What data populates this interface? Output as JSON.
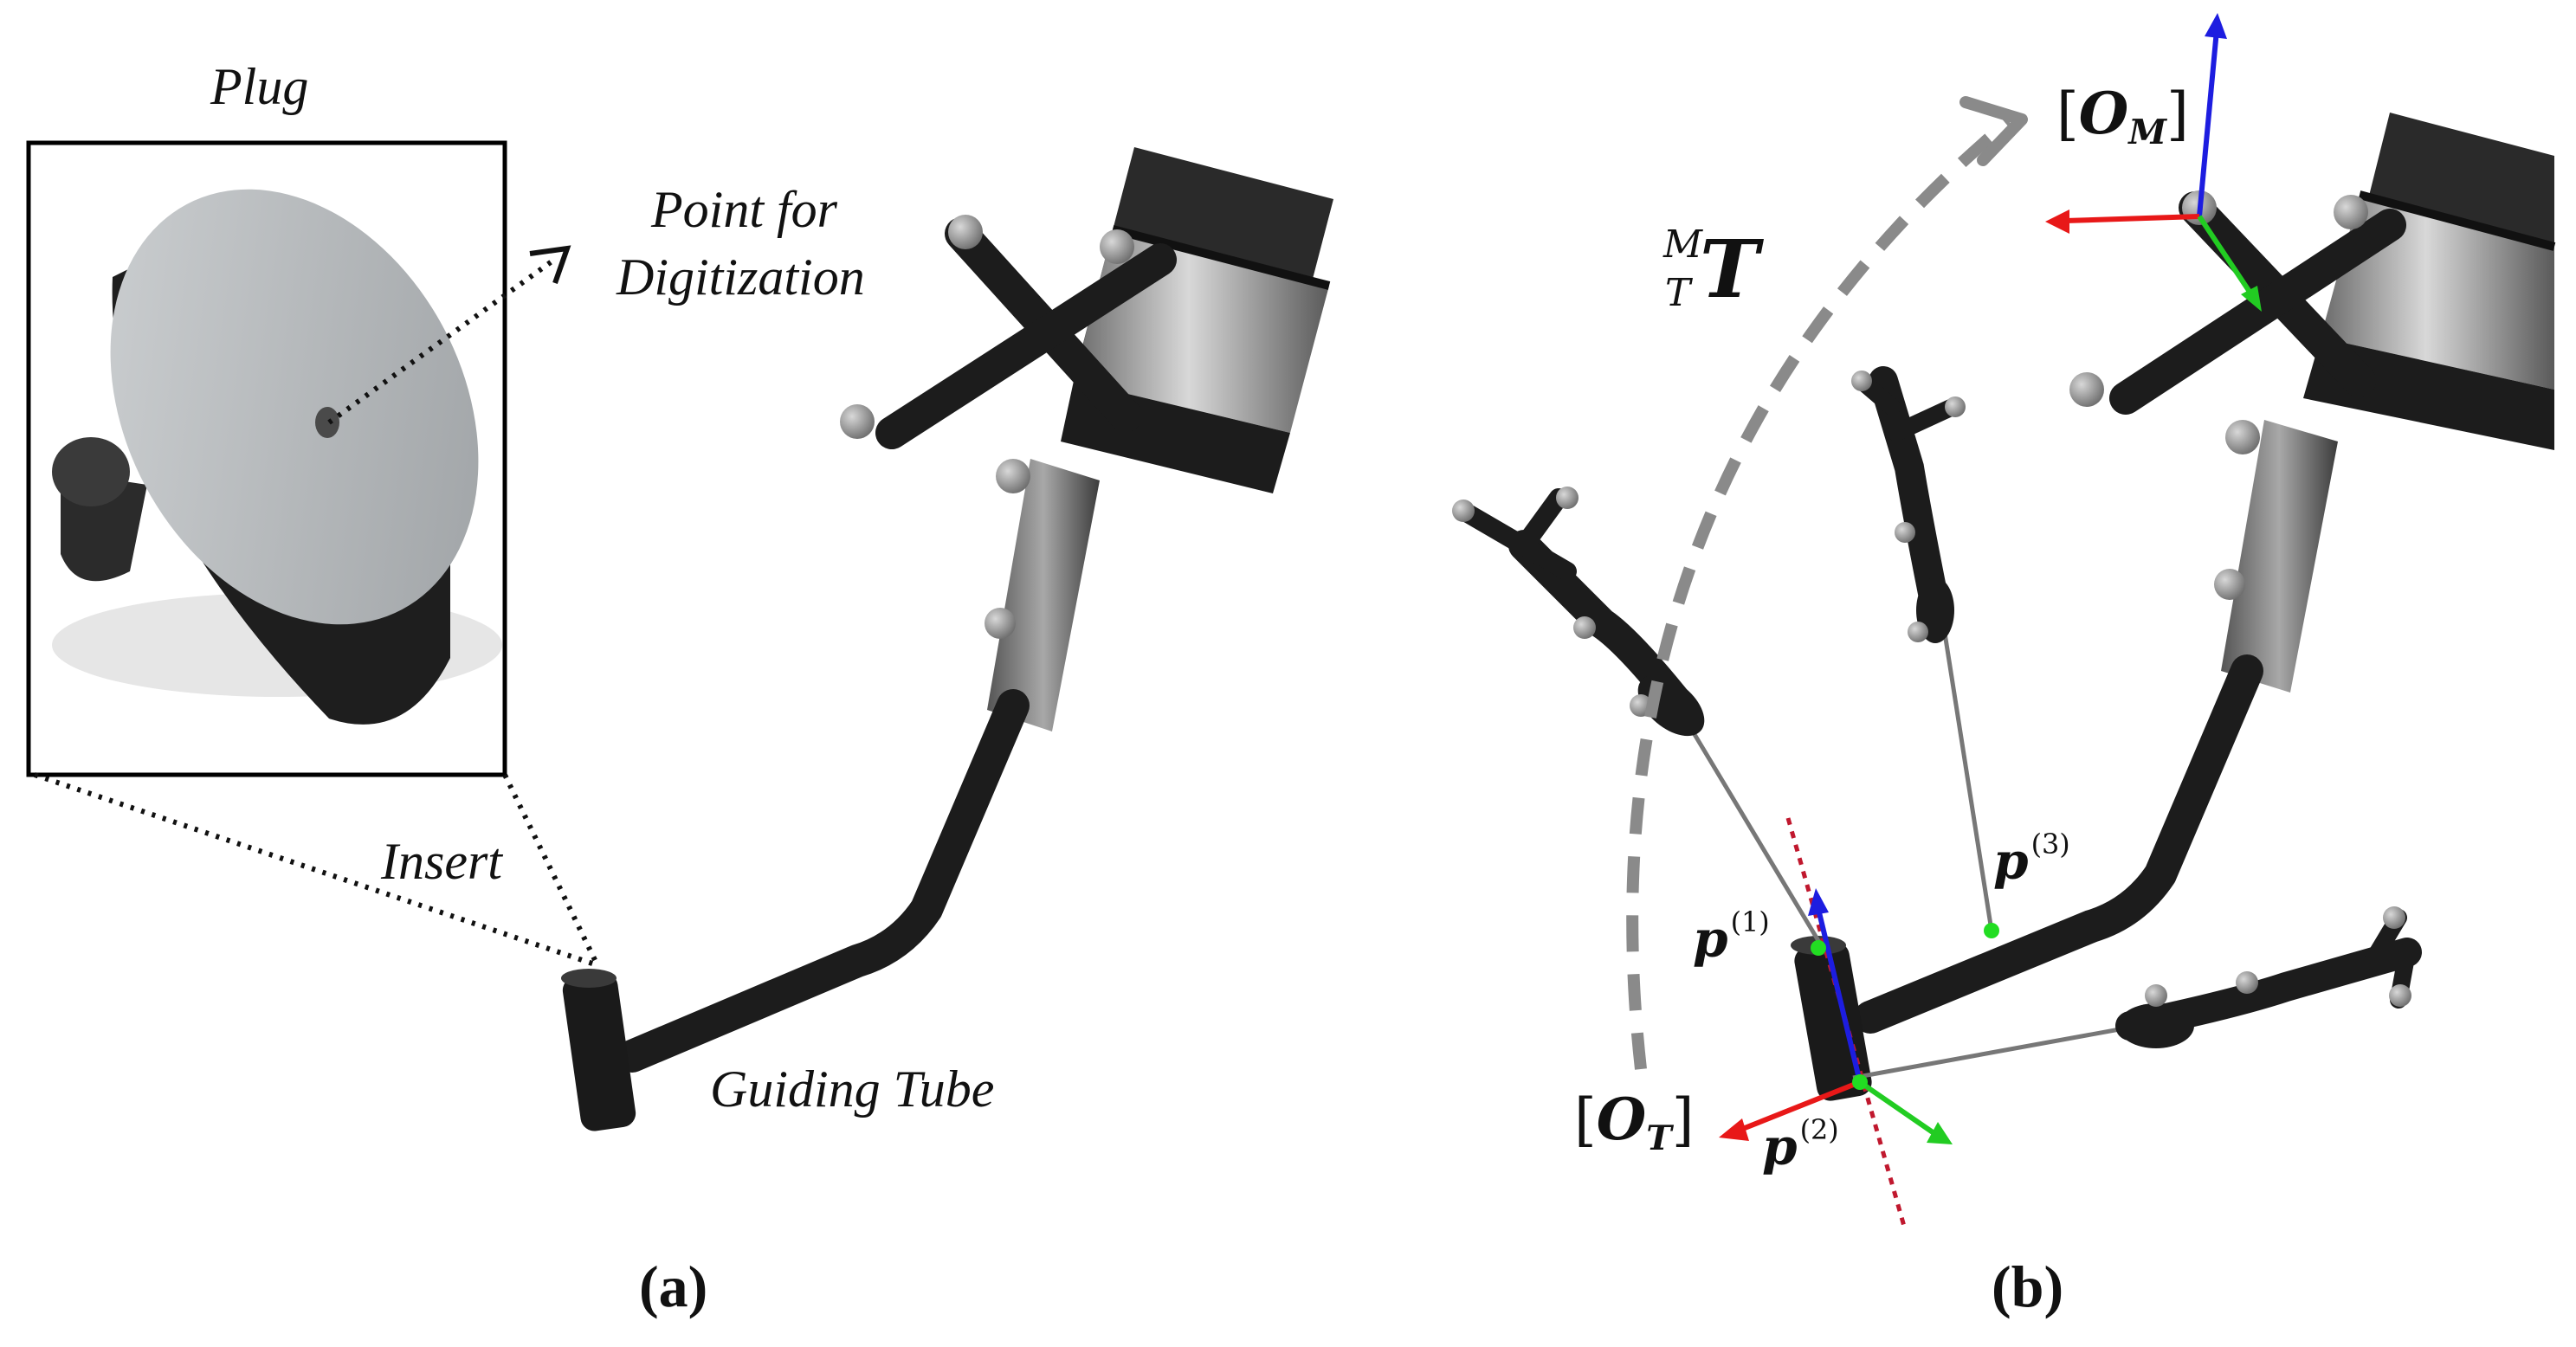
{
  "panel_a": {
    "tag": "(a)",
    "labels": {
      "plug": "Plug",
      "point_line1": "Point for",
      "point_line2": "Digitization",
      "insert": "Insert",
      "guiding_tube": "Guiding Tube"
    }
  },
  "panel_b": {
    "tag": "(b)",
    "transform": {
      "symbol": "T",
      "superscript": "M",
      "subscript": "T"
    },
    "frame_m": {
      "symbol": "O",
      "subscript": "M"
    },
    "frame_t": {
      "symbol": "O",
      "subscript": "T"
    },
    "points": [
      {
        "symbol": "p",
        "index": "(1)"
      },
      {
        "symbol": "p",
        "index": "(2)"
      },
      {
        "symbol": "p",
        "index": "(3)"
      }
    ]
  },
  "colors": {
    "x_axis": "#e81818",
    "y_axis": "#22cc22",
    "z_axis": "#1d1de0",
    "arc": "#8a8a8a",
    "plane": "#c0182e",
    "tool": "#1c1c1c",
    "marker": "#8f8f8f",
    "point": "#22dd22"
  }
}
